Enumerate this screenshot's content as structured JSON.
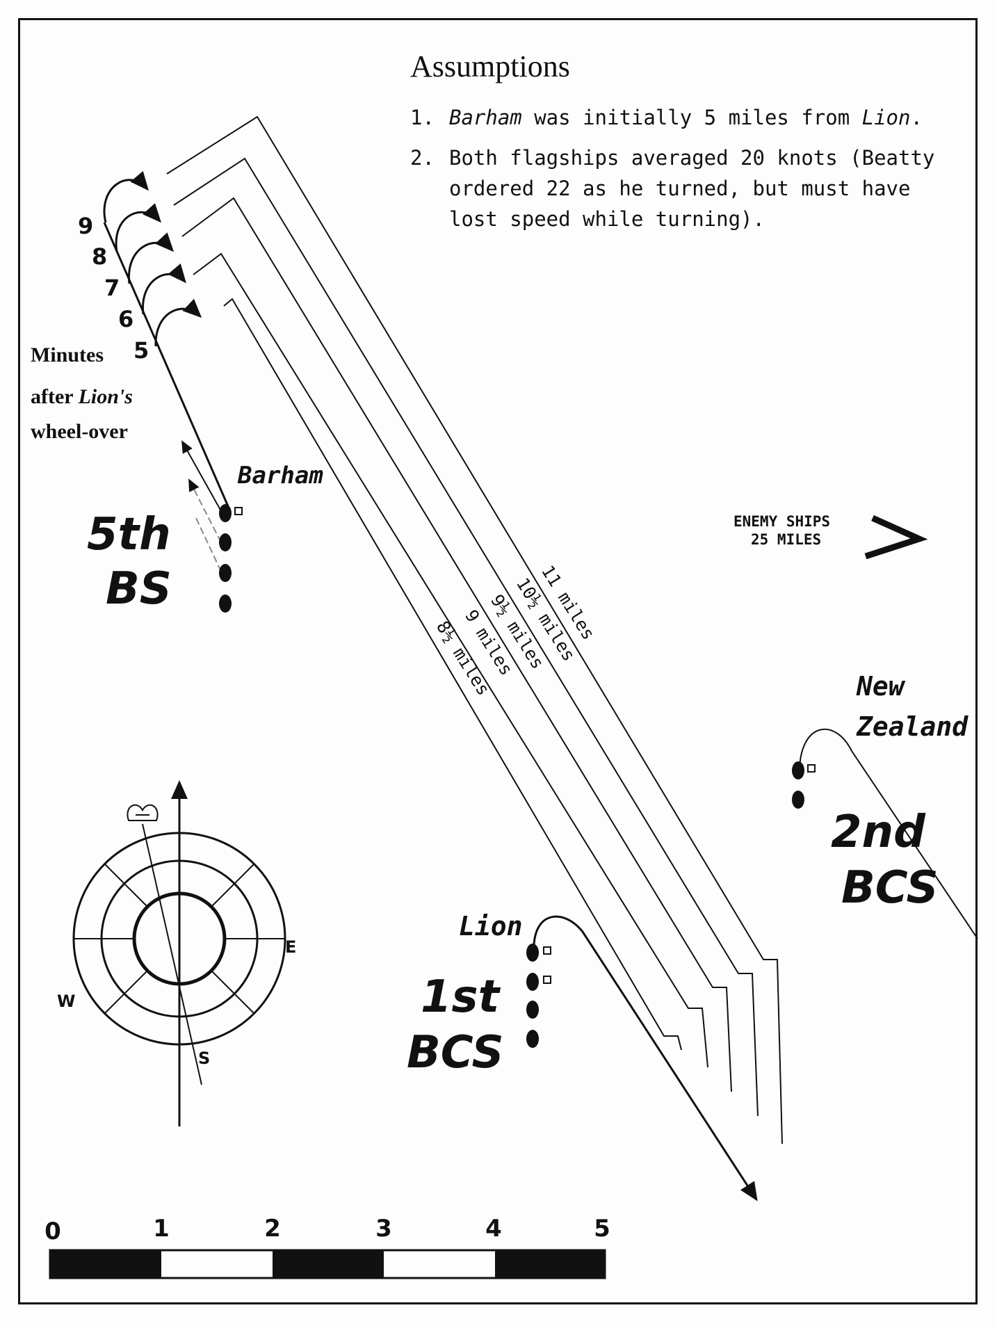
{
  "assumptions": {
    "heading": "Assumptions",
    "items": [
      {
        "num": "1.",
        "ship1": "Barham",
        "text1": " was initially 5 miles from ",
        "ship2": "Lion",
        "text2": "."
      },
      {
        "num": "2.",
        "text": "Both flagships averaged 20 knots (Beatty ordered 22 as he turned, but must have lost speed while turning)."
      }
    ]
  },
  "minute_marks": [
    "9",
    "8",
    "7",
    "6",
    "5"
  ],
  "minutes_caption": {
    "line1": "Minutes",
    "line2_prefix": "after ",
    "line2_ship": "Lion's",
    "line3": "wheel-over"
  },
  "distance_labels": [
    "11 miles",
    "10½ miles",
    "9½ miles",
    "9 miles",
    "8½ miles"
  ],
  "ships": {
    "barham": "Barham",
    "lion": "Lion",
    "new_zealand_1": "New",
    "new_zealand_2": "Zealand"
  },
  "squadrons": {
    "fifth_bs_1": "5th",
    "fifth_bs_2": "BS",
    "first_bcs_1": "1st",
    "first_bcs_2": "BCS",
    "second_bcs_1": "2nd",
    "second_bcs_2": "BCS"
  },
  "enemy": {
    "line1": "ENEMY SHIPS",
    "line2": "25 MILES"
  },
  "compass": {
    "east": "E",
    "west": "W",
    "south": "S"
  },
  "scale": {
    "ticks": [
      "0",
      "1",
      "2",
      "3",
      "4",
      "5"
    ]
  }
}
